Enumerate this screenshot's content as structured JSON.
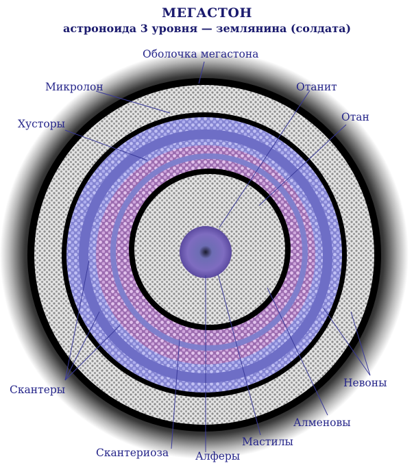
{
  "title": "МЕГАСТОН",
  "subtitle": "астроноида 3 уровня — землянина (солдата)",
  "labels": {
    "shell": "Оболочка мегастона",
    "micrelon": "Микролон",
    "otanit": "Отанит",
    "otan": "Отан",
    "hustory": "Хусторы",
    "skantery": "Скантеры",
    "nevony": "Невоны",
    "almenovy": "Алменовы",
    "mastily": "Мастилы",
    "skanterioza": "Скантериоза",
    "alfery": "Алферы"
  },
  "colors": {
    "text": "#26268a",
    "title": "#1b1b6e",
    "ring_black": "#000000",
    "gray_dots": "#8c8c8c",
    "blue_band": "#6f6fc8",
    "blue_dots": "#a9a9ee",
    "pink_band": "#a278b4",
    "pink_dots": "#dcb8e8",
    "core": "#6a5aa8"
  }
}
